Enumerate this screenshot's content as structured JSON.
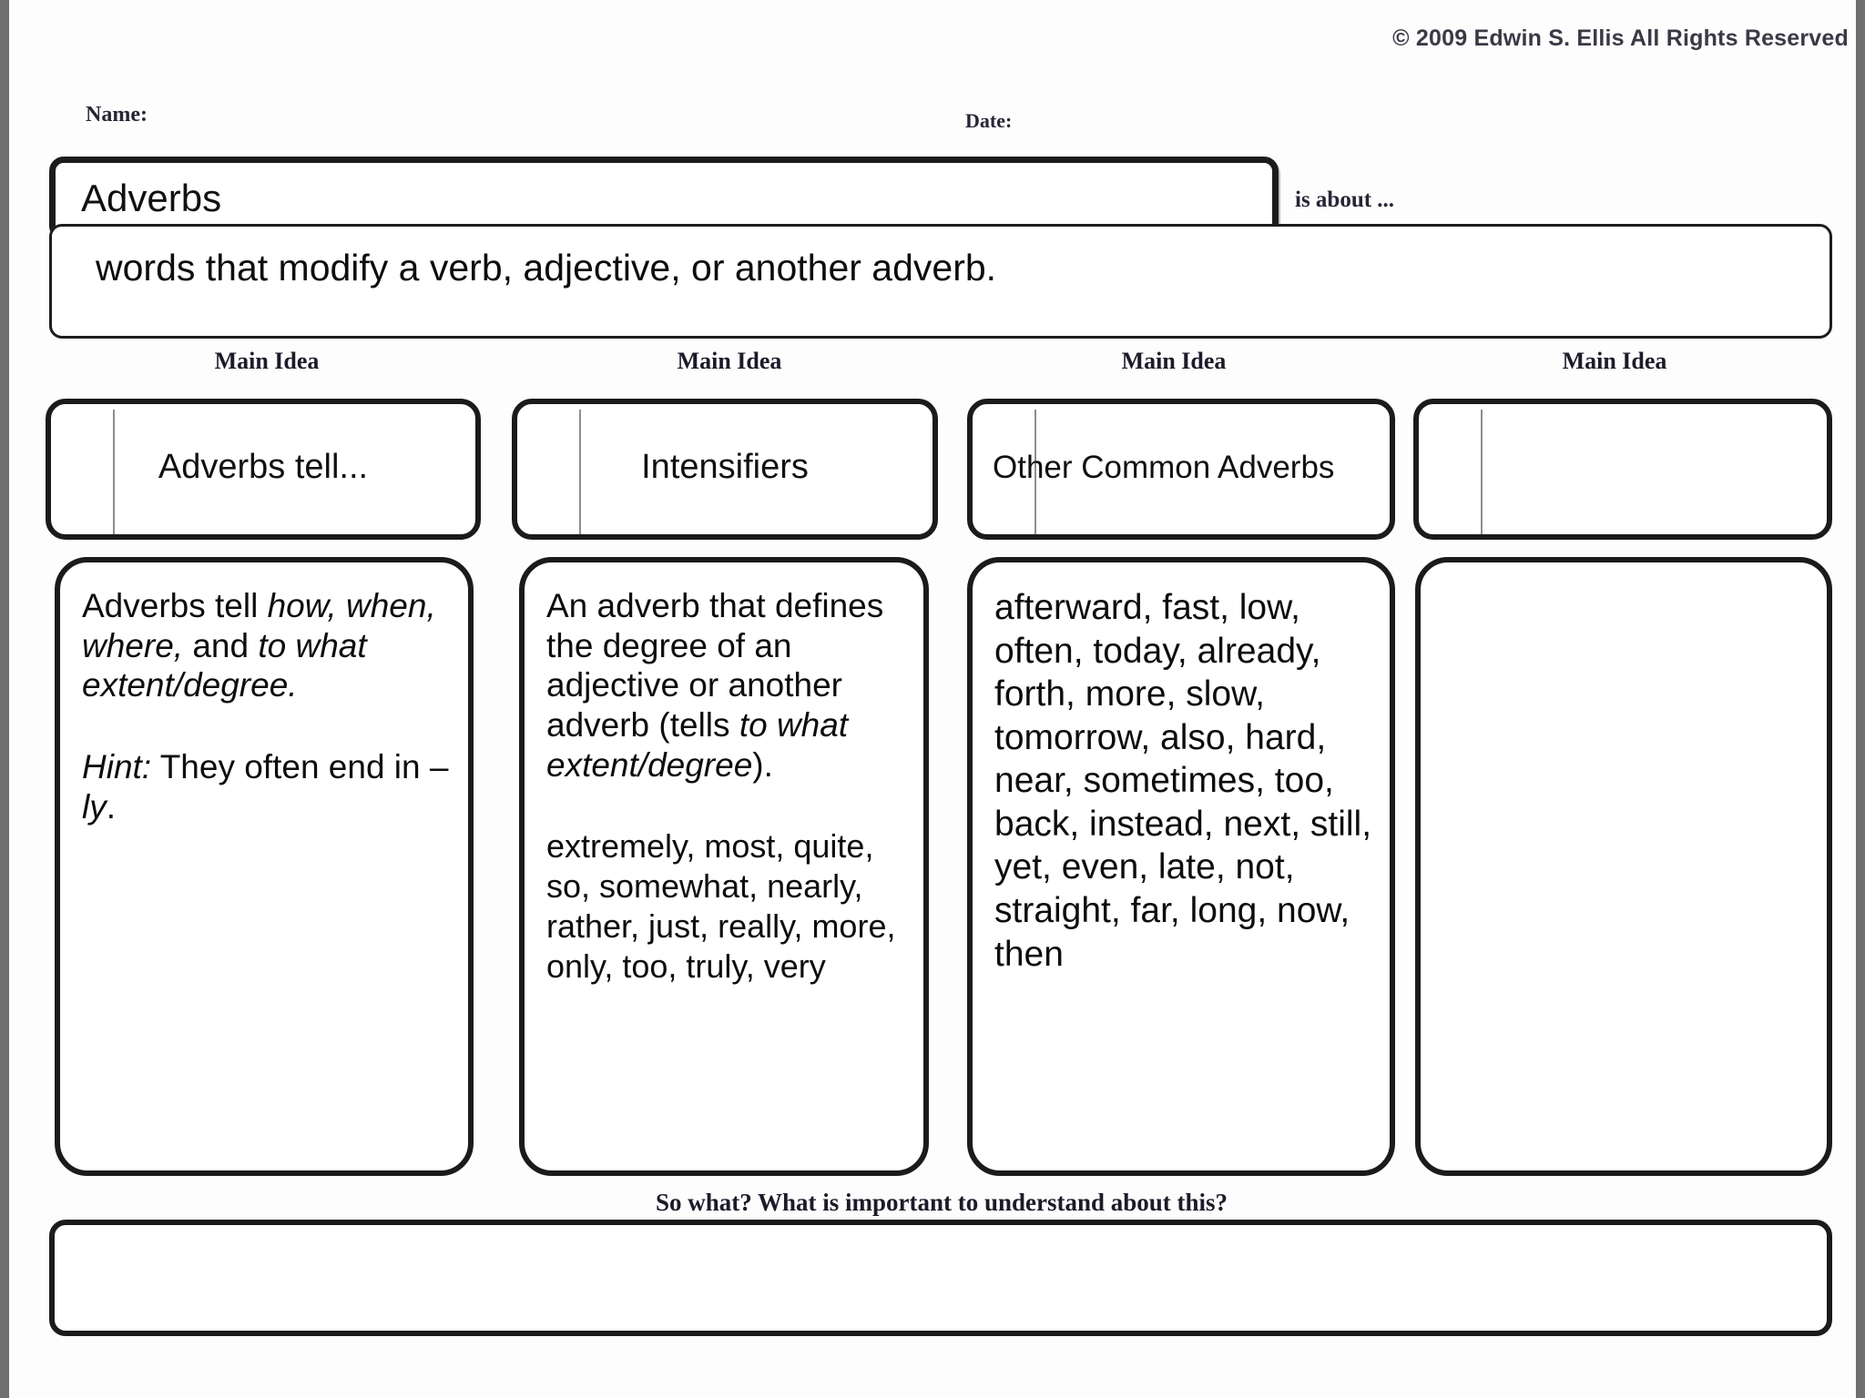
{
  "copyright": "© 2009 Edwin S. Ellis All Rights Reserved",
  "fields": {
    "name_label": "Name:",
    "date_label": "Date:",
    "name_value": "",
    "date_value": ""
  },
  "topic": {
    "title": "Adverbs",
    "is_about_label": "is about ...",
    "definition": "words that modify a verb, adjective, or another adverb."
  },
  "main_idea_header": "Main Idea",
  "columns": [
    {
      "header": "Main Idea",
      "title": "Adverbs tell...",
      "body_paragraph_1_pre": "Adverbs tell ",
      "body_paragraph_1_italic": "how, when, where,",
      "body_paragraph_1_mid": " and ",
      "body_paragraph_1_italic2": "to what extent/degree.",
      "body_paragraph_2_italic": "Hint:",
      "body_paragraph_2_pre": " They often end in –",
      "body_paragraph_2_italic2": "ly",
      "body_paragraph_2_post": "."
    },
    {
      "header": "Main Idea",
      "title": "Intensifiers",
      "body_paragraph_1_pre": "An adverb that defines the degree of an adjective or another adverb (tells ",
      "body_paragraph_1_italic": "to what extent/degree",
      "body_paragraph_1_post": ").",
      "word_list": "extremely, most, quite, so, somewhat, nearly, rather, just, really, more, only, too, truly, very"
    },
    {
      "header": "Main Idea",
      "title": "Other Common Adverbs",
      "word_list": "afterward, fast, low, often, today, already, forth, more, slow, tomorrow, also, hard, near, sometimes, too, back, instead, next, still, yet, even, late, not, straight, far, long, now, then"
    },
    {
      "header": "Main Idea",
      "title": "",
      "word_list": ""
    }
  ],
  "so_what": {
    "label": "So what?  What is important to understand about this?",
    "value": ""
  },
  "colors": {
    "ink": "#111111",
    "label_ink": "#262636",
    "border": "#1b1b1b",
    "page_bg": "#ffffff",
    "frame": "#6f6f6f"
  }
}
